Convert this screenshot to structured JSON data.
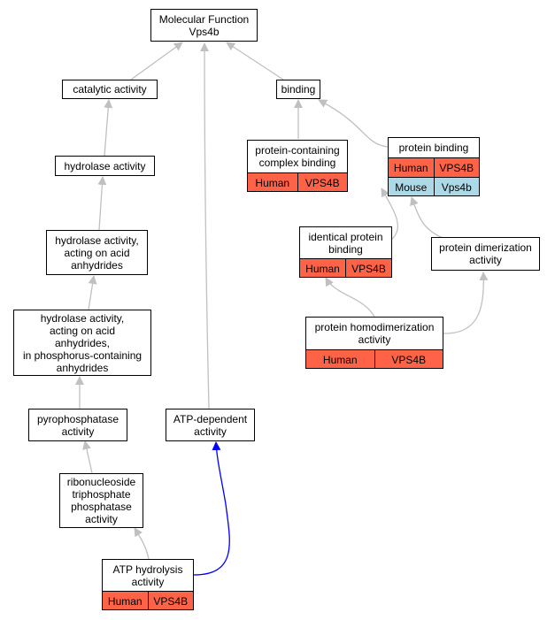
{
  "colors": {
    "edge_gray": "#c0c0c0",
    "edge_blue": "#0000ff",
    "human": "#ff6347",
    "mouse": "#add8e6"
  },
  "nodes": {
    "root": {
      "lines": [
        "Molecular Function",
        "Vps4b"
      ]
    },
    "catalytic": {
      "lines": [
        "catalytic activity"
      ]
    },
    "binding": {
      "lines": [
        "binding"
      ]
    },
    "protein_complex_binding": {
      "lines": [
        "protein-containing",
        "complex binding"
      ],
      "orthologs": [
        {
          "species": "Human",
          "gene": "VPS4B"
        }
      ]
    },
    "protein_binding": {
      "lines": [
        "protein binding"
      ],
      "orthologs": [
        {
          "species": "Human",
          "gene": "VPS4B"
        },
        {
          "species": "Mouse",
          "gene": "Vps4b"
        }
      ]
    },
    "hydrolase": {
      "lines": [
        "hydrolase activity"
      ]
    },
    "identical_protein_binding": {
      "lines": [
        "identical protein",
        "binding"
      ],
      "orthologs": [
        {
          "species": "Human",
          "gene": "VPS4B"
        }
      ]
    },
    "protein_dimerization": {
      "lines": [
        "protein dimerization",
        "activity"
      ]
    },
    "hydrolase_acid": {
      "lines": [
        "hydrolase activity,",
        "acting on acid",
        "anhydrides"
      ]
    },
    "protein_homodimerization": {
      "lines": [
        "protein homodimerization",
        "activity"
      ],
      "orthologs": [
        {
          "species": "Human",
          "gene": "VPS4B"
        }
      ]
    },
    "hydrolase_phosphorus": {
      "lines": [
        "hydrolase activity,",
        "acting on acid",
        "anhydrides,",
        "in phosphorus-containing",
        "anhydrides"
      ]
    },
    "pyrophosphatase": {
      "lines": [
        "pyrophosphatase",
        "activity"
      ]
    },
    "atp_dependent": {
      "lines": [
        "ATP-dependent",
        "activity"
      ]
    },
    "ribonucleoside": {
      "lines": [
        "ribonucleoside",
        "triphosphate",
        "phosphatase",
        "activity"
      ]
    },
    "atp_hydrolysis": {
      "lines": [
        "ATP hydrolysis",
        "activity"
      ],
      "orthologs": [
        {
          "species": "Human",
          "gene": "VPS4B"
        }
      ]
    }
  }
}
